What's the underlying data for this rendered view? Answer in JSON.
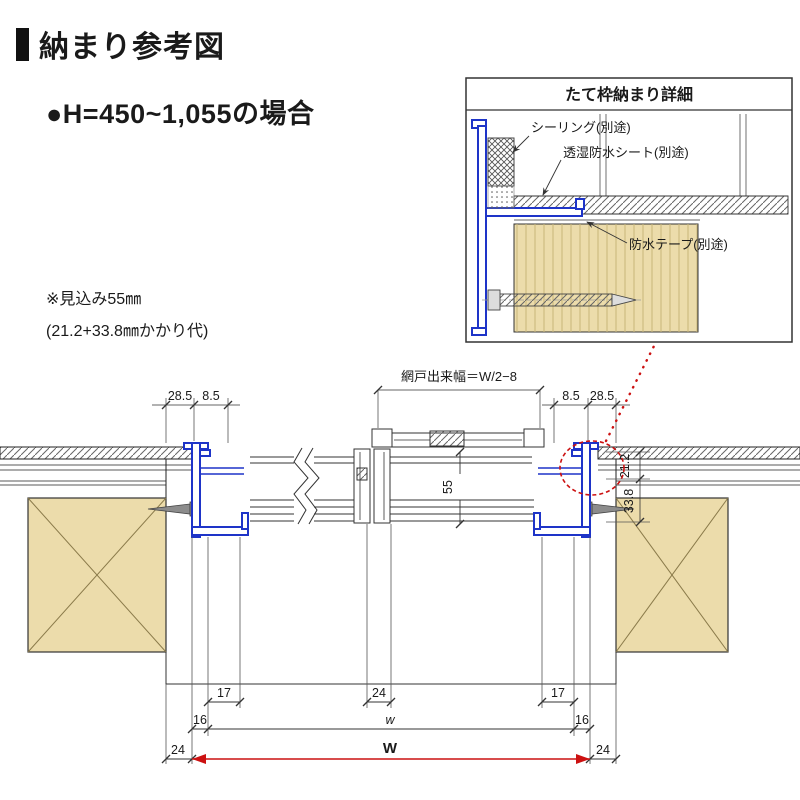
{
  "page": {
    "title": "納まり参考図",
    "case_label": "●H=450~1,055の場合",
    "note_line1": "※見込み55㎜",
    "note_line2": "(21.2+33.8㎜かかり代)"
  },
  "detail": {
    "title": "たて枠納まり詳細",
    "label_sealing": "シーリング(別途)",
    "label_sheet": "透湿防水シート(別途)",
    "label_tape": "防水テープ(別途)"
  },
  "dims": {
    "screen_width": "網戸出来幅＝W/2−8",
    "top_left_outer": "28.5",
    "top_left_inner": "8.5",
    "top_right_inner": "8.5",
    "top_right_outer": "28.5",
    "depth": "55",
    "right_upper": "21.2",
    "right_lower": "33.8",
    "bot1_left": "17",
    "bot1_center": "24",
    "bot1_right": "17",
    "bot2_left": "16",
    "bot2_center": "w",
    "bot2_right": "16",
    "bot3_left": "24",
    "bot3_center": "W",
    "bot3_right": "24"
  },
  "colors": {
    "frame_blue": "#1e34c8",
    "wood_tan": "#ecdcab",
    "accent_red": "#cc1111"
  }
}
